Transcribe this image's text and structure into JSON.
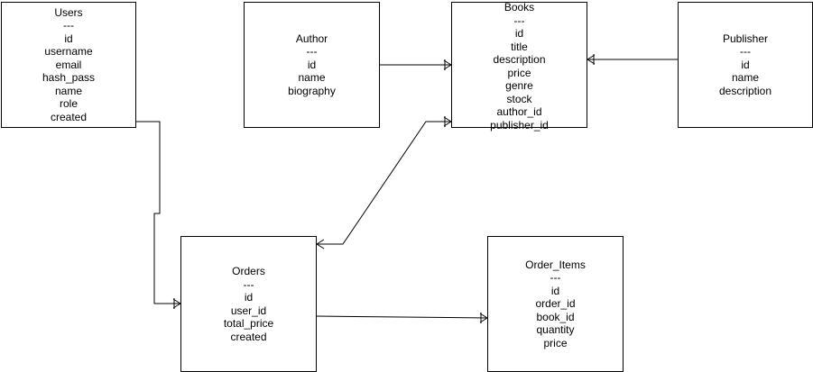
{
  "diagram": {
    "entities": [
      {
        "id": "users",
        "name": "Users",
        "separator": "---",
        "fields": [
          "id",
          "username",
          "email",
          "hash_pass",
          "name",
          "role",
          "created"
        ]
      },
      {
        "id": "author",
        "name": "Author",
        "separator": "---",
        "fields": [
          "id",
          "name",
          "biography"
        ]
      },
      {
        "id": "books",
        "name": "Books",
        "separator": "---",
        "fields": [
          "id",
          "title",
          "description",
          "price",
          "genre",
          "stock",
          "author_id",
          "publisher_id"
        ]
      },
      {
        "id": "publisher",
        "name": "Publisher",
        "separator": "---",
        "fields": [
          "id",
          "name",
          "description"
        ]
      },
      {
        "id": "orders",
        "name": "Orders",
        "separator": "---",
        "fields": [
          "id",
          "user_id",
          "total_price",
          "created"
        ]
      },
      {
        "id": "order_items",
        "name": "Order_Items",
        "separator": "---",
        "fields": [
          "id",
          "order_id",
          "book_id",
          "quantity",
          "price"
        ]
      }
    ],
    "relationships": [
      {
        "from": "users",
        "to": "orders",
        "from_end": "none",
        "to_end": "one-or-many"
      },
      {
        "from": "author",
        "to": "books",
        "from_end": "none",
        "to_end": "one-or-many"
      },
      {
        "from": "publisher",
        "to": "books",
        "from_end": "none",
        "to_end": "one-or-many"
      },
      {
        "from": "orders",
        "to": "books",
        "from_end": "many",
        "to_end": "one-or-many"
      },
      {
        "from": "orders",
        "to": "order_items",
        "from_end": "none",
        "to_end": "one-or-many"
      }
    ]
  }
}
